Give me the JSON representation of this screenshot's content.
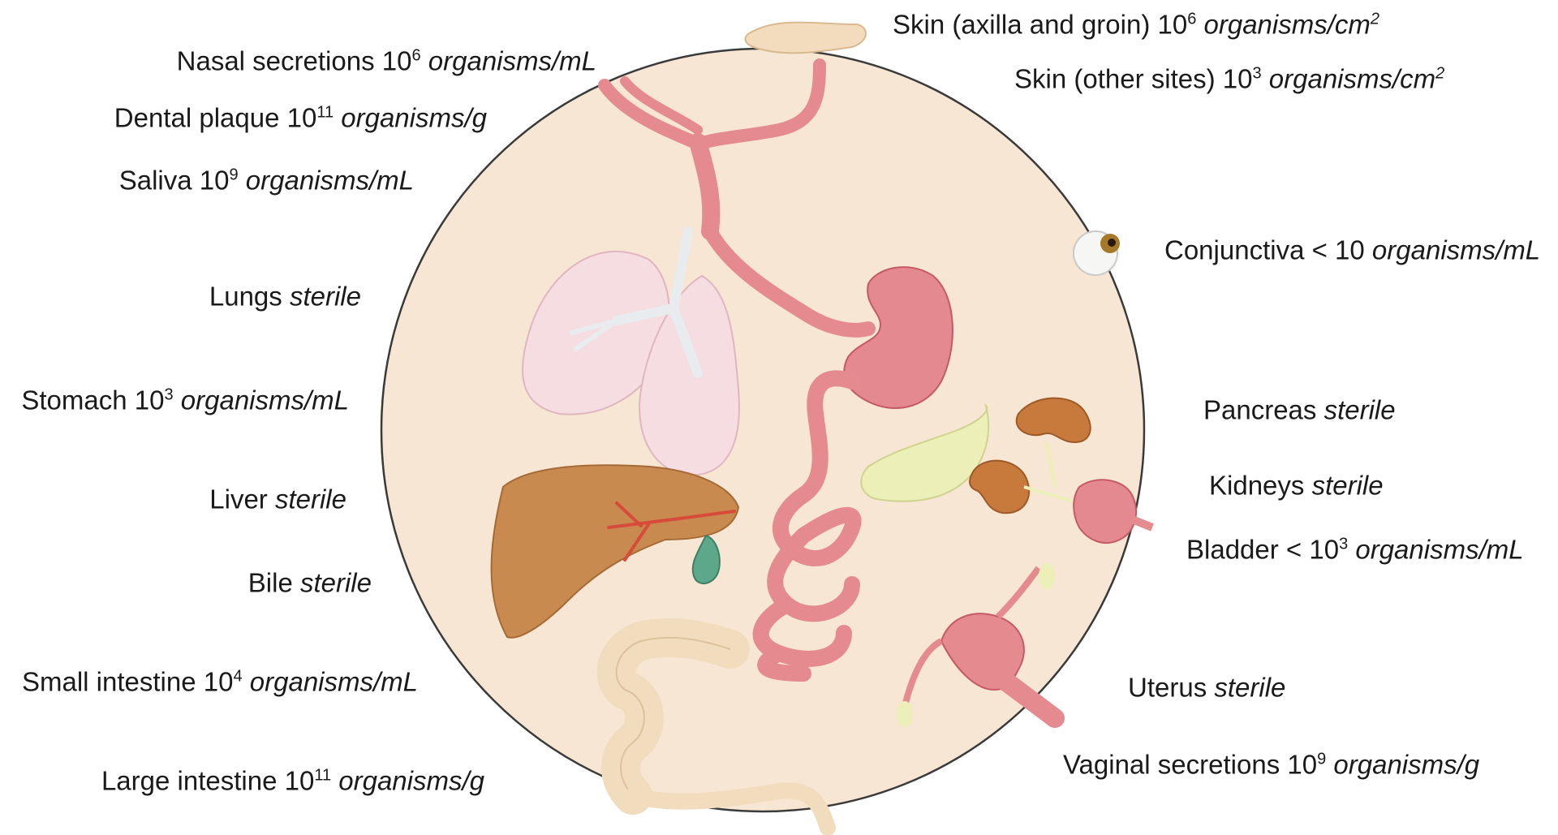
{
  "colors": {
    "circle_fill": "#f7e6d3",
    "circle_stroke": "#3a3a3a",
    "gut_pink": "#e58a8f",
    "gut_dark": "#c65a63",
    "lung_fill": "#f5dde2",
    "liver_fill": "#c98a50",
    "gallbladder_fill": "#5da88a",
    "pancreas_fill": "#ecefb8",
    "kidney_fill": "#c87a3c",
    "colon_fill": "#f1dcbd",
    "skin_fill": "#f3dcbd"
  },
  "icons": [
    "nose-airway",
    "lungs",
    "stomach",
    "liver",
    "gallbladder",
    "small-intestine",
    "large-intestine",
    "pancreas",
    "kidneys",
    "bladder",
    "uterus",
    "eye",
    "skin-flap"
  ],
  "labels": {
    "nasal_secretions": {
      "name": "Nasal secretions 10",
      "exp": "6",
      "unit": "organisms/mL"
    },
    "dental_plaque": {
      "name": "Dental plaque 10",
      "exp": "11",
      "unit": "organisms/g"
    },
    "saliva": {
      "name": "Saliva 10",
      "exp": "9",
      "unit": "organisms/mL"
    },
    "lungs": {
      "name": "Lungs ",
      "exp": "",
      "unit": "sterile"
    },
    "stomach": {
      "name": "Stomach 10",
      "exp": "3",
      "unit": "organisms/mL"
    },
    "liver": {
      "name": "Liver ",
      "exp": "",
      "unit": "sterile"
    },
    "bile": {
      "name": "Bile ",
      "exp": "",
      "unit": "sterile"
    },
    "small_intestine": {
      "name": "Small intestine 10",
      "exp": "4",
      "unit": "organisms/mL"
    },
    "large_intestine": {
      "name": "Large intestine 10",
      "exp": "11",
      "unit": "organisms/g"
    },
    "skin_axilla": {
      "name": "Skin (axilla and groin) 10",
      "exp": "6",
      "unit": "organisms/cm",
      "unit_exp": "2"
    },
    "skin_other": {
      "name": "Skin (other sites) 10",
      "exp": "3",
      "unit": "organisms/cm",
      "unit_exp": "2"
    },
    "conjunctiva": {
      "name": "Conjunctiva < 10 ",
      "exp": "",
      "unit": "organisms/mL"
    },
    "pancreas": {
      "name": "Pancreas ",
      "exp": "",
      "unit": "sterile"
    },
    "kidneys": {
      "name": "Kidneys ",
      "exp": "",
      "unit": "sterile"
    },
    "bladder": {
      "name": "Bladder < 10",
      "exp": "3",
      "unit": "organisms/mL"
    },
    "uterus": {
      "name": "Uterus ",
      "exp": "",
      "unit": "sterile"
    },
    "vaginal_secretions": {
      "name": "Vaginal secretions 10",
      "exp": "9",
      "unit": "organisms/g"
    }
  }
}
